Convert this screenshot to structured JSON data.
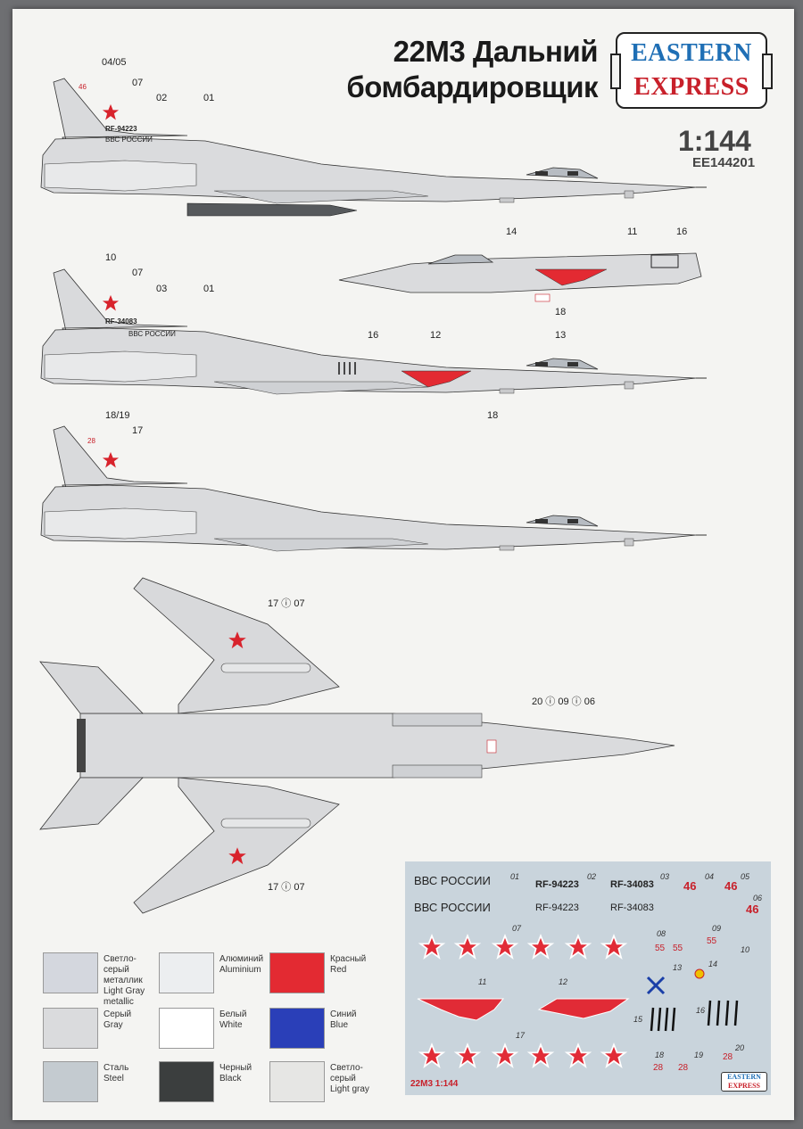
{
  "header": {
    "title_line1": "22М3 Дальний",
    "title_line2": "бомбардировщик",
    "brand_line1": "EASTERN",
    "brand_line2": "EXPRESS",
    "scale": "1:144",
    "catalog_code": "EE144201"
  },
  "callouts": {
    "p1": [
      "04/05",
      "07",
      "02",
      "01"
    ],
    "p1_reg": "RF-94223",
    "p1_vvs": "ВВС РОССИИ",
    "p1_num": "46",
    "p2": [
      "14",
      "11",
      "16",
      "18"
    ],
    "p3": [
      "10",
      "07",
      "03",
      "01",
      "16",
      "12",
      "13",
      "18"
    ],
    "p3_reg": "RF-34083",
    "p3_vvs": "ВВС РОССИИ",
    "p4": [
      "18/19",
      "17"
    ],
    "p4_num": "28",
    "plan": [
      "17 ⓘ 07",
      "20 ⓘ 09 ⓘ 06",
      "17 ⓘ 07"
    ],
    "small55": "55"
  },
  "colors": [
    {
      "ru": "Светло-серый металлик",
      "en": "Light Gray metallic",
      "hex": "#d4d7de"
    },
    {
      "ru": "Алюминий",
      "en": "Aluminium",
      "hex": "#eceef0"
    },
    {
      "ru": "Красный",
      "en": "Red",
      "hex": "#e32a32"
    },
    {
      "ru": "Серый",
      "en": "Gray",
      "hex": "#dadbdd"
    },
    {
      "ru": "Белый",
      "en": "White",
      "hex": "#ffffff"
    },
    {
      "ru": "Синий",
      "en": "Blue",
      "hex": "#2a3fb8"
    },
    {
      "ru": "Сталь",
      "en": "Steel",
      "hex": "#c4cbd0"
    },
    {
      "ru": "Черный",
      "en": "Black",
      "hex": "#3b3e3e"
    },
    {
      "ru": "Светло-серый",
      "en": "Light gray",
      "hex": "#e6e6e4"
    }
  ],
  "decals": {
    "vvs1": "ВВС РОССИИ",
    "vvs2": "ВВС РОССИИ",
    "n01": "01",
    "n02": "02",
    "n03": "03",
    "reg1a": "RF-94223",
    "reg1b": "RF-34083",
    "reg2a": "RF-94223",
    "reg2b": "RF-34083",
    "n04": "04",
    "n05": "05",
    "n06": "06",
    "r46a": "46",
    "r46b": "46",
    "r46c": "46",
    "n07": "07",
    "n08": "08",
    "n09": "09",
    "n10": "10",
    "r55a": "55",
    "r55b": "55",
    "r55c": "55",
    "n11": "11",
    "n12": "12",
    "n13": "13",
    "n14": "14",
    "n15": "15",
    "n16": "16",
    "n17": "17",
    "n18": "18",
    "n19": "19",
    "n20": "20",
    "r28a": "28",
    "r28b": "28",
    "r28c": "28",
    "sheet_label": "22М3 1:144",
    "brand_small1": "EASTERN",
    "brand_small2": "EXPRESS"
  }
}
